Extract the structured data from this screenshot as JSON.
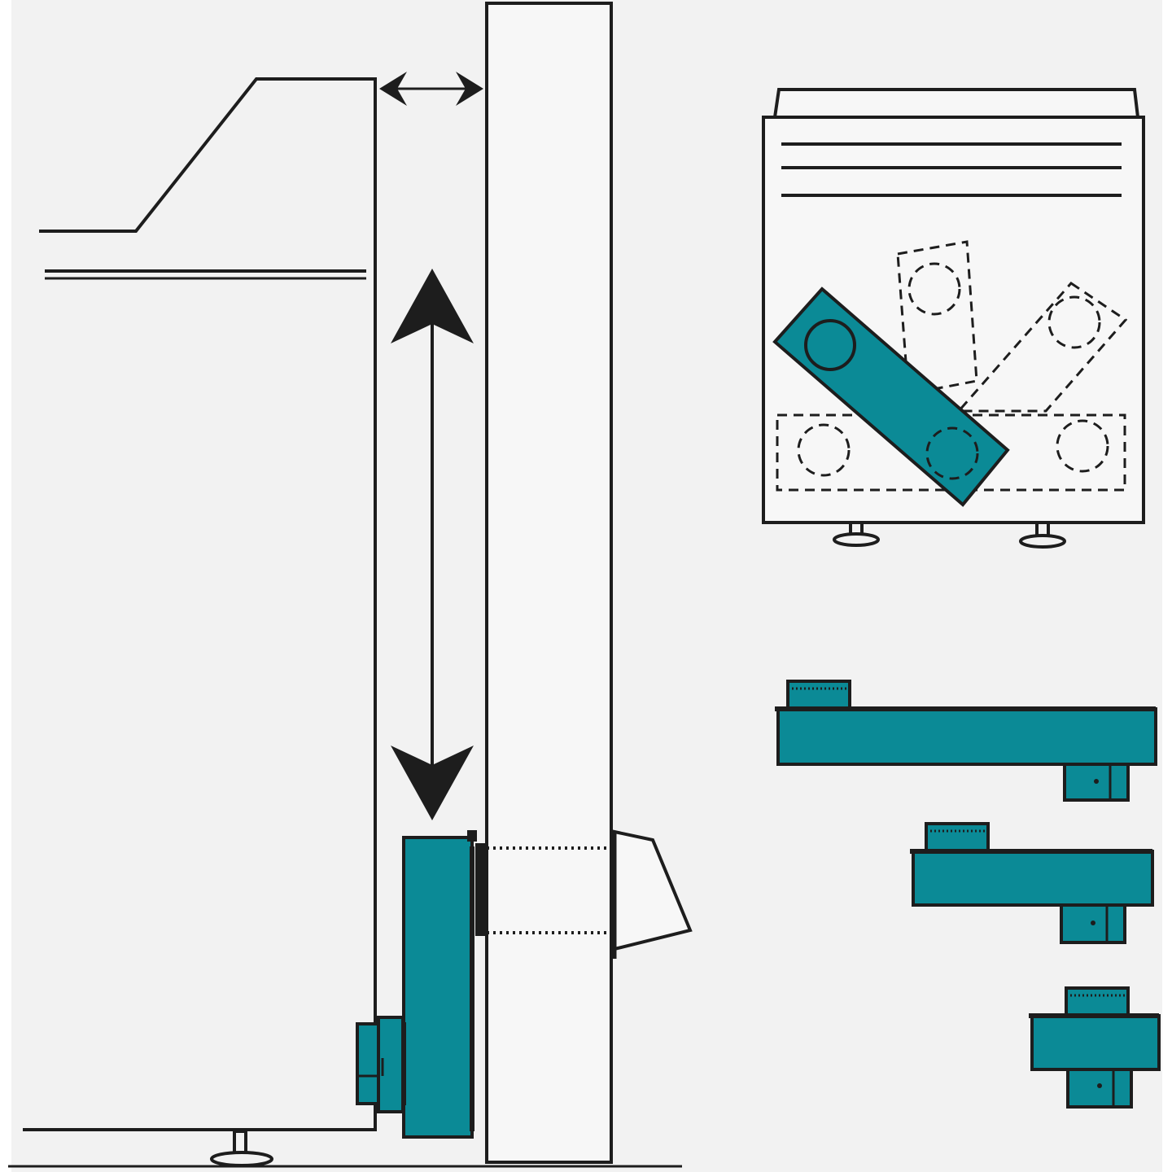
{
  "diagram": {
    "type": "installation-schematic",
    "colors": {
      "background": "#f2f2f2",
      "line": "#1d1d1d",
      "accent": "#0b8a96"
    },
    "views": [
      {
        "name": "side-elevation",
        "description_visible_text": ""
      },
      {
        "name": "front-elevation-rotation",
        "description_visible_text": ""
      },
      {
        "name": "bracket-lengths",
        "description_visible_text": ""
      }
    ],
    "bracket_variants": 3,
    "rotation_positions": 5,
    "icons": [
      "double-arrow-horizontal-icon",
      "double-arrow-vertical-icon",
      "adjustable-foot-icon"
    ]
  }
}
